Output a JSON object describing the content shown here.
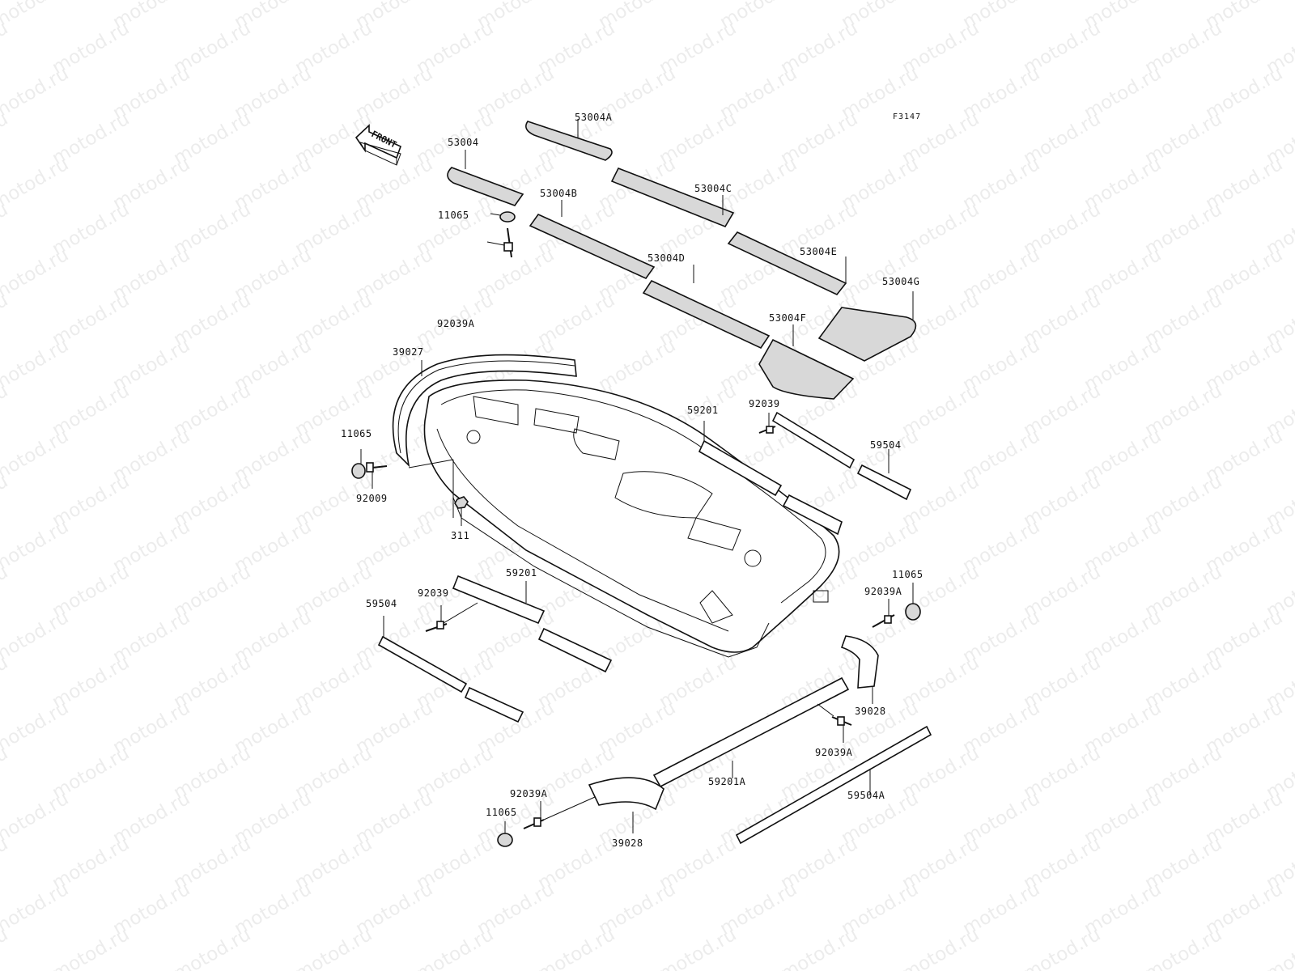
{
  "sheet_code": "F3147",
  "front_arrow_label": "FRONT",
  "watermark": "motod.ru",
  "callouts": {
    "p53004": "53004",
    "p53004A": "53004A",
    "p53004B": "53004B",
    "p53004C": "53004C",
    "p53004D": "53004D",
    "p53004E": "53004E",
    "p53004F": "53004F",
    "p53004G": "53004G",
    "p11065_top": "11065",
    "p92039A_top": "92039A",
    "p39027": "39027",
    "p11065_left": "11065",
    "p92009": "92009",
    "p311": "311",
    "p59201_right": "59201",
    "p92039_right": "92039",
    "p59504_right": "59504",
    "p59201_left": "59201",
    "p92039_left": "92039",
    "p59504_left": "59504",
    "p11065_right": "11065",
    "p92039A_right": "92039A",
    "p39028_right": "39028",
    "p92039A_mid": "92039A",
    "p59201A": "59201A",
    "p59504A": "59504A",
    "p92039A_bottom": "92039A",
    "p11065_bottom": "11065",
    "p39028_bottom": "39028"
  }
}
